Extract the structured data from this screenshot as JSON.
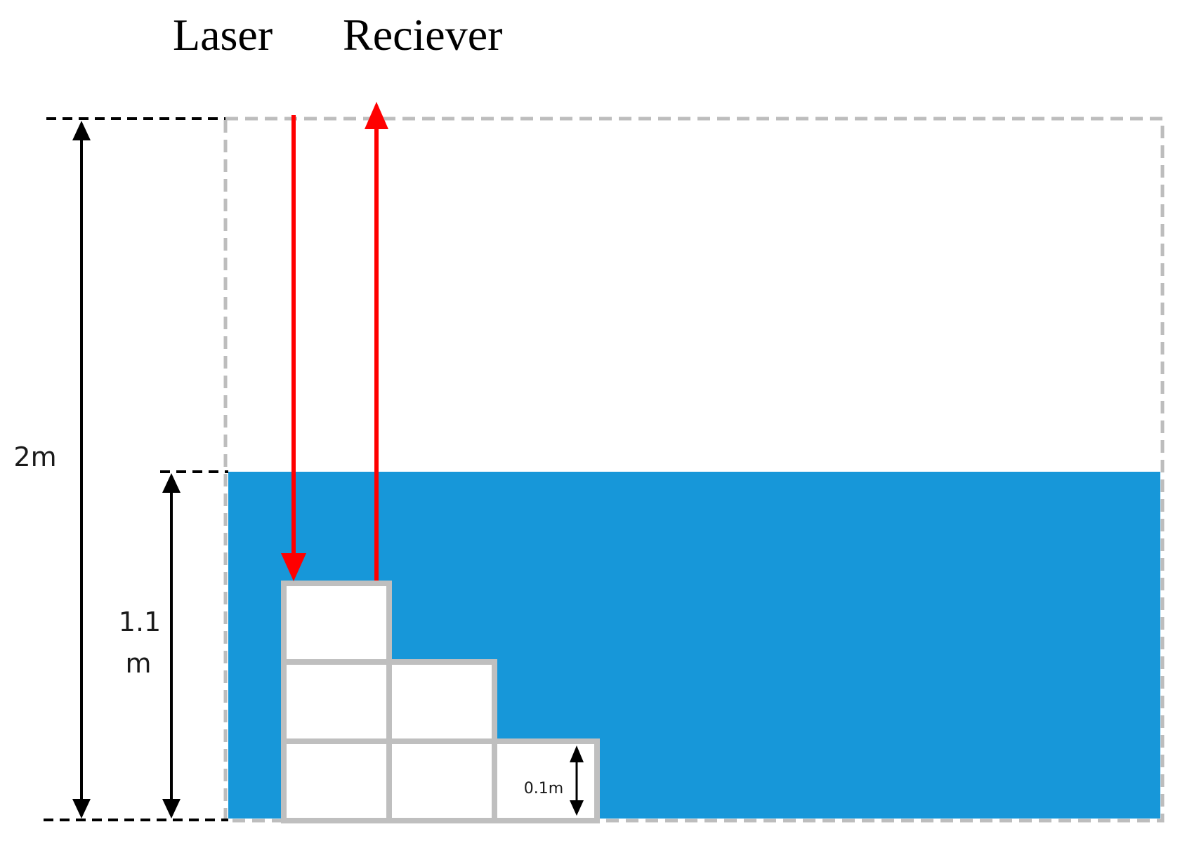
{
  "labels": {
    "laser": "Laser",
    "receiver": "Reciever"
  },
  "dimensions": {
    "total_height": "2m",
    "water_depth_line1": "1.1",
    "water_depth_line2": "m",
    "step_height": "0.1m"
  },
  "colors": {
    "water": "#1797d9",
    "beam": "#ff0000",
    "tank_outline": "#bdbdbd",
    "step_block_border": "#bfbfbf",
    "dimension_line": "#000000"
  }
}
